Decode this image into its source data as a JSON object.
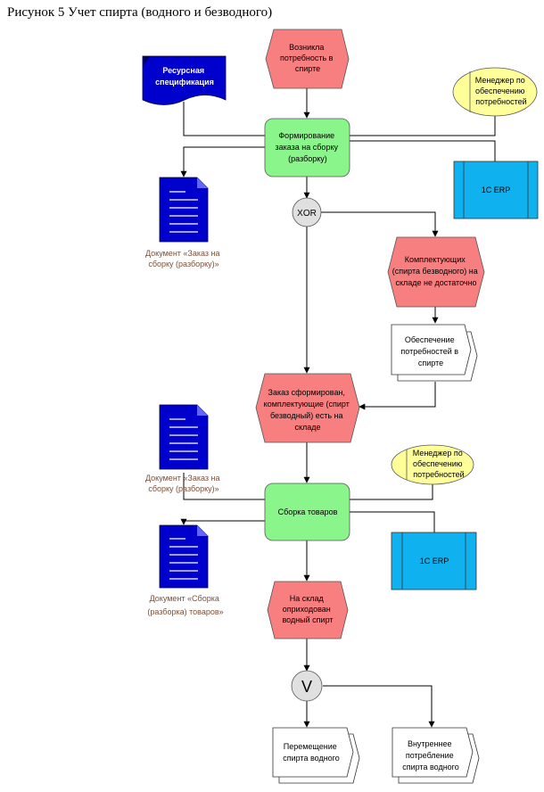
{
  "caption": "Рисунок 5 Учет спирта (водного и безводного)",
  "events": {
    "e1": [
      "Возникла",
      "потребность в",
      "спирте"
    ],
    "e2": [
      "Комплектующих",
      "(спирта безводного) на",
      "складе не достаточно"
    ],
    "e3": [
      "Заказ сформирован,",
      "комплектующие (спирт",
      "безводный) есть на",
      "складе"
    ],
    "e4": [
      "На склад",
      "оприходован",
      "водный спирт"
    ]
  },
  "functions": {
    "f1": [
      "Формирование",
      "заказа на сборку",
      "(разборку)"
    ],
    "f2": [
      "Сборка товаров"
    ]
  },
  "connectors": {
    "c1": "XOR",
    "c2": "V"
  },
  "resource_spec": [
    "Ресурсная",
    "спецификация"
  ],
  "roles": {
    "r1": [
      "Менеджер по",
      "обеспечению",
      "потребностей"
    ],
    "r2": [
      "Менеджер по",
      "обеспечению",
      "потребностей"
    ]
  },
  "systems": {
    "s1": "1С ERP",
    "s2": "1С ERP"
  },
  "documents": {
    "d1": [
      "Документ «Заказ на",
      "сборку (разборку)»"
    ],
    "d2": [
      "Документ «Заказ на",
      "сборку (разборку)»"
    ],
    "d3": [
      "Документ «Сборка",
      "(разборка) товаров»"
    ]
  },
  "process_links": {
    "p1": [
      "Обеспечение",
      "потребностей в",
      "спирте"
    ],
    "p2": [
      "Перемещение",
      "спирта водного"
    ],
    "p3": [
      "Внутреннее",
      "потребление",
      "спирта водного"
    ]
  },
  "colors": {
    "event": "#f77f7f",
    "function": "#8af58a",
    "role": "#ffff99",
    "system": "#0fb2ee",
    "document": "#0000cc",
    "connector": "#e0e0e0"
  }
}
